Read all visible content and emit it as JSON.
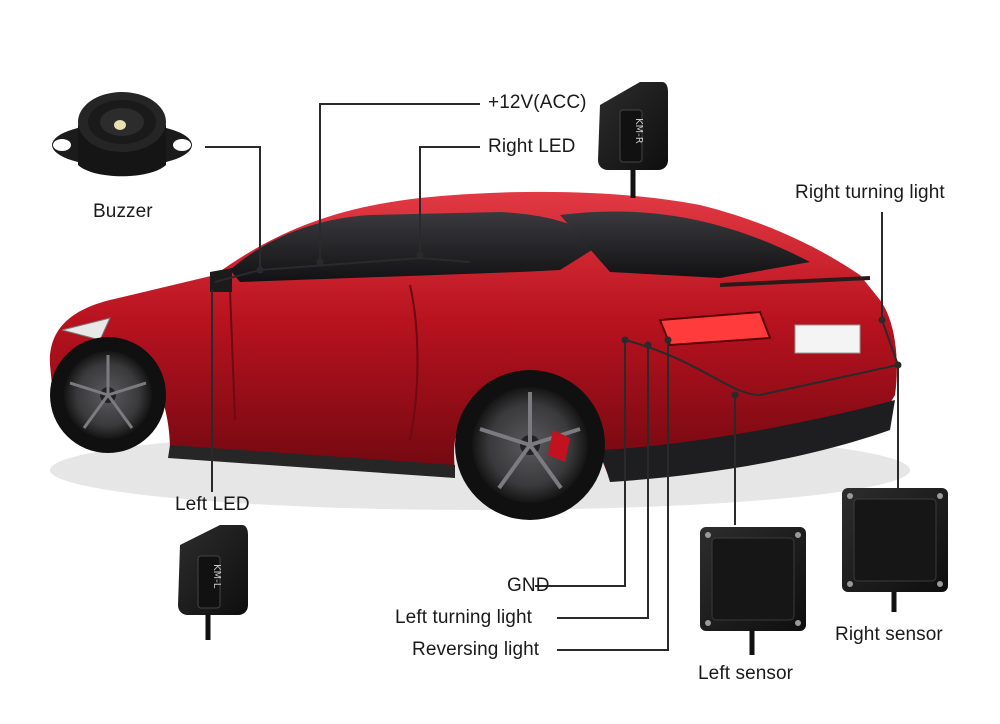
{
  "labels": {
    "acc": "+12V(ACC)",
    "right_led": "Right LED",
    "buzzer": "Buzzer",
    "right_turning_light": "Right turning light",
    "left_led": "Left LED",
    "gnd": "GND",
    "left_turning_light": "Left turning light",
    "reversing_light": "Reversing light",
    "left_sensor": "Left sensor",
    "right_sensor": "Right sensor"
  },
  "modules": {
    "right_led_marking": "KM-R",
    "left_led_marking": "KM-L"
  },
  "colors": {
    "car_body": "#b8121f",
    "wire": "#2a2a2a",
    "module": "#1c1c1c"
  }
}
